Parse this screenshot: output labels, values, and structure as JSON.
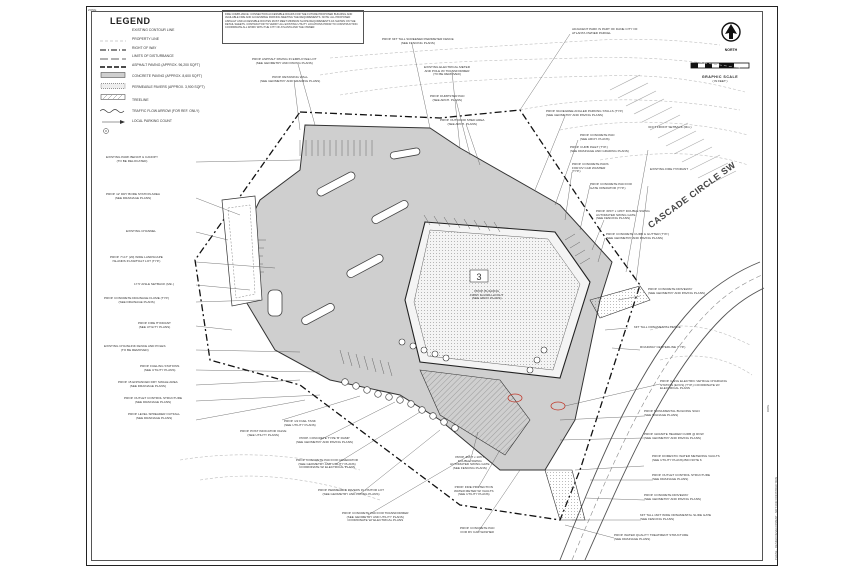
{
  "sheet": {
    "corner_tag": "ZONE",
    "legend_title": "LEGEND",
    "legend": [
      {
        "label": "EXISTING CONTOUR LINE",
        "style": "dashed-thin"
      },
      {
        "label": "PROPERTY LINE",
        "style": "dash-dot"
      },
      {
        "label": "RIGHT OF WAY",
        "style": "long-dash"
      },
      {
        "label": "LIMITS OF DISTURBANCE",
        "style": "heavy-dash"
      },
      {
        "label": "ASPHALT PAVING (APPROX. 96,200 SQFT)",
        "style": "gray-box"
      },
      {
        "label": "CONCRETE PAVING (APPROX. 8,600 SQFT)",
        "style": "dotted-box"
      },
      {
        "label": "PERMEABLE PAVERS (APPROX. 3,900 SQFT)",
        "style": "hatched-box"
      },
      {
        "label": "TREELINE",
        "style": "treeline"
      },
      {
        "label": "TRAFFIC FLOW ARROW (FOR REF. ONLY)",
        "style": "arrow"
      },
      {
        "label": "LOCAL PARKING COUNT",
        "style": "circle"
      }
    ],
    "notes": "FIRE COMPLIANCE: CONNECTION ACCESSIBLE ROADS FOR THE FUTURE PROPOSED BUILDING AND AVAILABLE FIRE AND ACCESSIBLE PARKING MEETING THE REQUIREMENTS. NOTE: ALL PROPOSED ASPHALT AND ACCESSIBLE ROUTES MUST MEET MINIMUM SLOPE REQUIREMENTS AS SHOWN ON THE DETAIL SHEETS. CONTRACTOR TO VERIFY ALL EXISTING UTILITY LOCATIONS PRIOR TO CONSTRUCTION. COORDINATE ALL WORK WITH THE CITY OF ATLANTA AND THE OWNER.",
    "north_label": "NORTH",
    "scale_label": "GRAPHIC SCALE",
    "scale_units": "( IN FEET )",
    "street_name": "CASCADE CIRCLE SW",
    "right_edge_text": "DATE",
    "bottom_edge_text": "PHASE - DESIGN DEVELOPMENT - NOT FOR CONSTRUCTION"
  },
  "callouts": {
    "left": [
      "EXISTING PARK BENCH & CANOPY\n(TO BE RELOCATED)",
      "PROP. 12' DRY BORE STATION AREA\n(SEE DRAINAGE PLANS)",
      "EXISTING CHANNEL",
      "PROP. 7'x17' (20) WIDE LANDSCAPE\nISLANDS IN ASPHALT LOT (TYP.)",
      "17.5' AISLE SETBACK (Min.)",
      "PROP. CONCRETE DRAINAGE FLUME (TYP.)\n(SEE DRAINAGE PLANS)",
      "PROP. FIRE HYDRANT\n(SEE UTILITY PLANS)",
      "EXISTING CHAINLINK FENCE AND POLES\n(TO BE REMOVED)",
      "PROP. FUELING STATIONS\n(SEE UTILITY PLANS)",
      "PROP. 15 ENHANCED DRY SWALE AREA\n(SEE DRAINAGE PLANS)",
      "PROP. OUTLET CONTROL STRUCTURE\n(SEE DRAINAGE PLANS)",
      "PROP. LEVEL SPREADER OUTFALL\n(SEE DRAINAGE PLANS)",
      "PROP. POST INDICATOR VALVE\n(SEE UTILITY PLANS)"
    ],
    "top": [
      "PROP. ASPHALT PAVING IN EMPLOYEE LOT\n(SEE GEOMETRY AND PAVING PLANS)",
      "PROP. 6FT TALL SCREENED PERIMETER FENCE\n(SEE FENCING PLANS)",
      "PROP. RETAINING WALL\n(SEE GEOMETRY AND GRADING PLANS)",
      "EXISTING ELECTRICAL METER\nAND POLE W/ TRANSFORMER\n(TO BE REMOVED)",
      "PROP. DUMPSTER PAD\n(SEE ARCH. PLANS)",
      "PROP. OUTDOOR SHED AREA\n(SEE ARCH. PLANS)",
      "ADJACENT PARK IS PART OF DANE CITY OF\nATLANTA OWNED PARCEL"
    ],
    "right": [
      "PROP. 90-DEGREE ANGLED PARKING STALLS (TYP.)\n(SEE GEOMETRY AND PAVING PLANS)",
      "PROP. CONCRETE PAD\n(SEE ARCH. PLANS)",
      "PROP. CURB INLET (TYP.)\n(SEE DRAINAGE AND GRADING PLANS)",
      "PROP. CONCRETE PADS\nFOR RV CAR WASHER\n(TYP.)",
      "PROP. CONCRETE PAD FOR\nGATE OPERATOR (TYP.)",
      "PROP. 30'FT x 10'FT DOUBLE SWING\nAUTOMATED SWING GATE\n(SEE FENCING PLANS)",
      "PROP. CONCRETE CURB & GUTTER (TYP.)\n(SEE GEOMETRY AND PAVING PLANS)",
      "EXISTING FIRE HYDRANT",
      "30 FT FRONT SETBACK (Min.)",
      "PROP. CONCRETE DRIVEWAY\n(SEE GEOMETRY AND PAVING PLANS)",
      "6FT TALL ORNAMENTAL FENCE",
      "ROADWAY CENTERLINE (TYP.)",
      "PROP. GANG ELECTRIC VEHICLE CHARGING\nSTATION (EVCS) (TYP.) COORDINATE W/\nELECTRICAL PLANS",
      "PROP. MONUMENTAL BUILDING SIGN\n(SEE SIGNAGE PLANS)",
      "PROP. GRANITE HEADER CURB @ ROW\n(SEE GEOMETRY AND PAVING PLANS)",
      "PROP. DOMESTIC WATER METERING VAULTS\n(SEE UTILITY PLANS) BID NOTE 6",
      "PROP. OUTLET CONTROL STRUCTURE\n(SEE DRAINAGE PLANS)",
      "PROP. CONCRETE DRIVEWAY\n(SEE GEOMETRY AND PAVING PLANS)",
      "6FT TALL 16FT WIDE ORNAMENTAL SLIDE GATE\n(SEE FENCING PLANS)",
      "PROP. WATER QUALITY TREATMENT STRUCTURE\n(SEE DRAINAGE PLANS)"
    ],
    "bottom": [
      "PROP. 1/2 FUEL TANK\n(SEE UTILITY PLANS)",
      "PROP. CONCRETE TYPE 'B' RAMP\n(SEE GEOMETRY AND PAVING PLANS)",
      "PROP. CONCRETE PAD FOR GENERATOR\n(SEE GEOMETRY AND UTILITY PLANS)\nCOORDINATE W/ ELECTRICAL PLANS",
      "PROP. PERMEABLE PAVERS IN VISITOR LOT\n(SEE GEOMETRY AND PAVING PLANS)",
      "PROP. 36'FT x 10'FT\nDOUBLE SWING\nAUTOMATED SWING GATE\n(SEE FENCING PLANS)",
      "PROP. FIRE PROTECTION\nWATER METER W/ VAULTS\n(SEE UTILITY PLANS)",
      "PROP. CONCRETE PAD FOR TRANSFORMER\n(SEE GEOMETRY AND UTILITY PLANS)\nCOORDINATE W/ ELECTRICAL PLANS",
      "PROP. CONCRETE PAD\nFOR RV CAR WASHER"
    ],
    "building": "PROP. BUILDING\nFIRST FLOOR LAYOUT\n(SEE ARCH. PLANS)"
  }
}
